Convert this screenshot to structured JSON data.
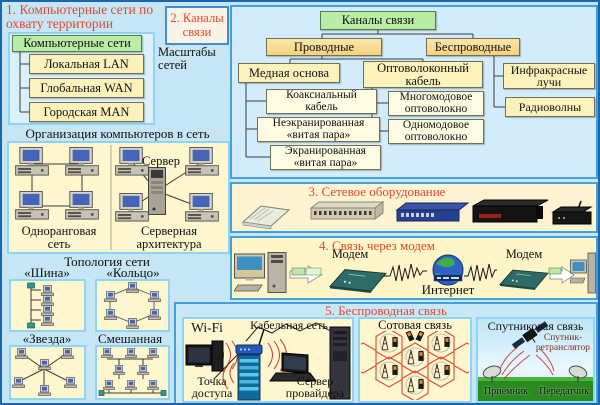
{
  "s1": {
    "heading": "1. Компьютерные сети по охвату территории",
    "root": "Компьютерные сети",
    "children": [
      "Локальная LAN",
      "Глобальная WAN",
      "Городская MAN"
    ],
    "note": "Масштабы сетей"
  },
  "org": {
    "heading": "Организация компьютеров в сеть",
    "peer_label": "Одноранговая сеть",
    "server": "Сервер",
    "server_label": "Серверная архитектура"
  },
  "topology": {
    "heading": "Топология сети",
    "bus": "«Шина»",
    "ring": "«Кольцо»",
    "star": "«Звезда»",
    "mixed": "Смешанная"
  },
  "s2": {
    "heading": "2. Каналы связи",
    "root": "Каналы связи",
    "wired": "Проводные",
    "wireless": "Беспроводные",
    "copper": "Медная основа",
    "fiber": "Оптоволоконный кабель",
    "copper_children": [
      "Коаксиальный кабель",
      "Неэкранированная «витая пара»",
      "Экранированная «витая пара»"
    ],
    "fiber_children": [
      "Многомодовое оптоволокно",
      "Одномодовое оптоволокно"
    ],
    "wireless_children": [
      "Инфракрасные лучи",
      "Радиоволны"
    ]
  },
  "s3": {
    "heading": "3. Сетевое оборудование",
    "device_icons": [
      "analog-modem",
      "hub",
      "switch",
      "router",
      "wifi-router"
    ]
  },
  "s4": {
    "heading": "4. Связь через модем",
    "modem_left": "Модем",
    "modem_right": "Модем",
    "internet": "Интернет"
  },
  "s5": {
    "heading": "5. Беспроводная связь",
    "wifi": {
      "title": "Wi-Fi",
      "cable": "Кабельная сеть",
      "access_point": "Точка доступа",
      "provider": "Сервер провайдера"
    },
    "cellular": {
      "title": "Сотовая связь"
    },
    "satellite": {
      "title": "Спутниковая связь",
      "repeater": "Спутник-ретранслятор",
      "receiver": "Приёмник",
      "transmitter": "Передатчик"
    }
  },
  "colors": {
    "heading_red": "#e2482a",
    "green_box": "#b9eda6",
    "yellow_box": "#fbf2bb",
    "pale_box": "#fdfbe2",
    "tan_box": "#f8dc94",
    "panel_yellow": "#fdf6cf",
    "panel_cream": "#fdf2d2",
    "stage_blue": "#c6e6f6",
    "border_blue": "#46a0d8",
    "hex_red": "#e04a30",
    "ground_green": "#2b8a1f"
  }
}
